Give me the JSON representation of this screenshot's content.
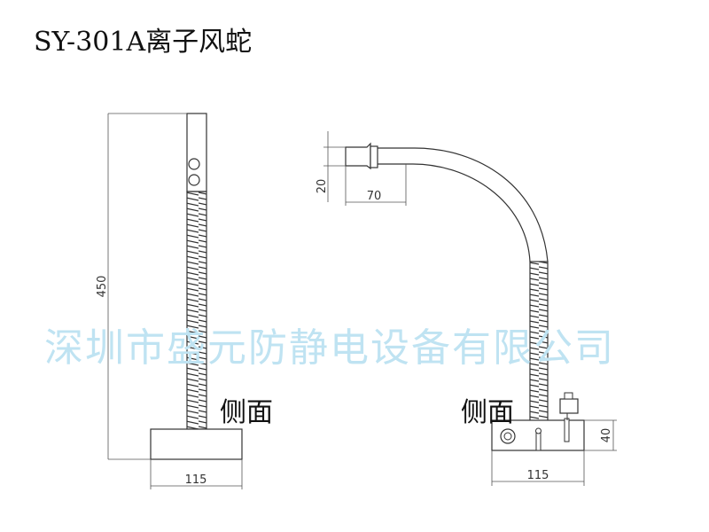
{
  "title": "SY-301A离子风蛇",
  "watermark": "深圳市盛元防静电设备有限公司",
  "left_view": {
    "label": "侧面",
    "dim_height": "450",
    "dim_base_width": "115"
  },
  "right_view": {
    "label": "侧面",
    "dim_nozzle_height": "20",
    "dim_nozzle_length": "70",
    "dim_base_width": "115",
    "dim_base_height": "40"
  },
  "colors": {
    "line": "#333333",
    "watermark": "#bfe3f2"
  }
}
